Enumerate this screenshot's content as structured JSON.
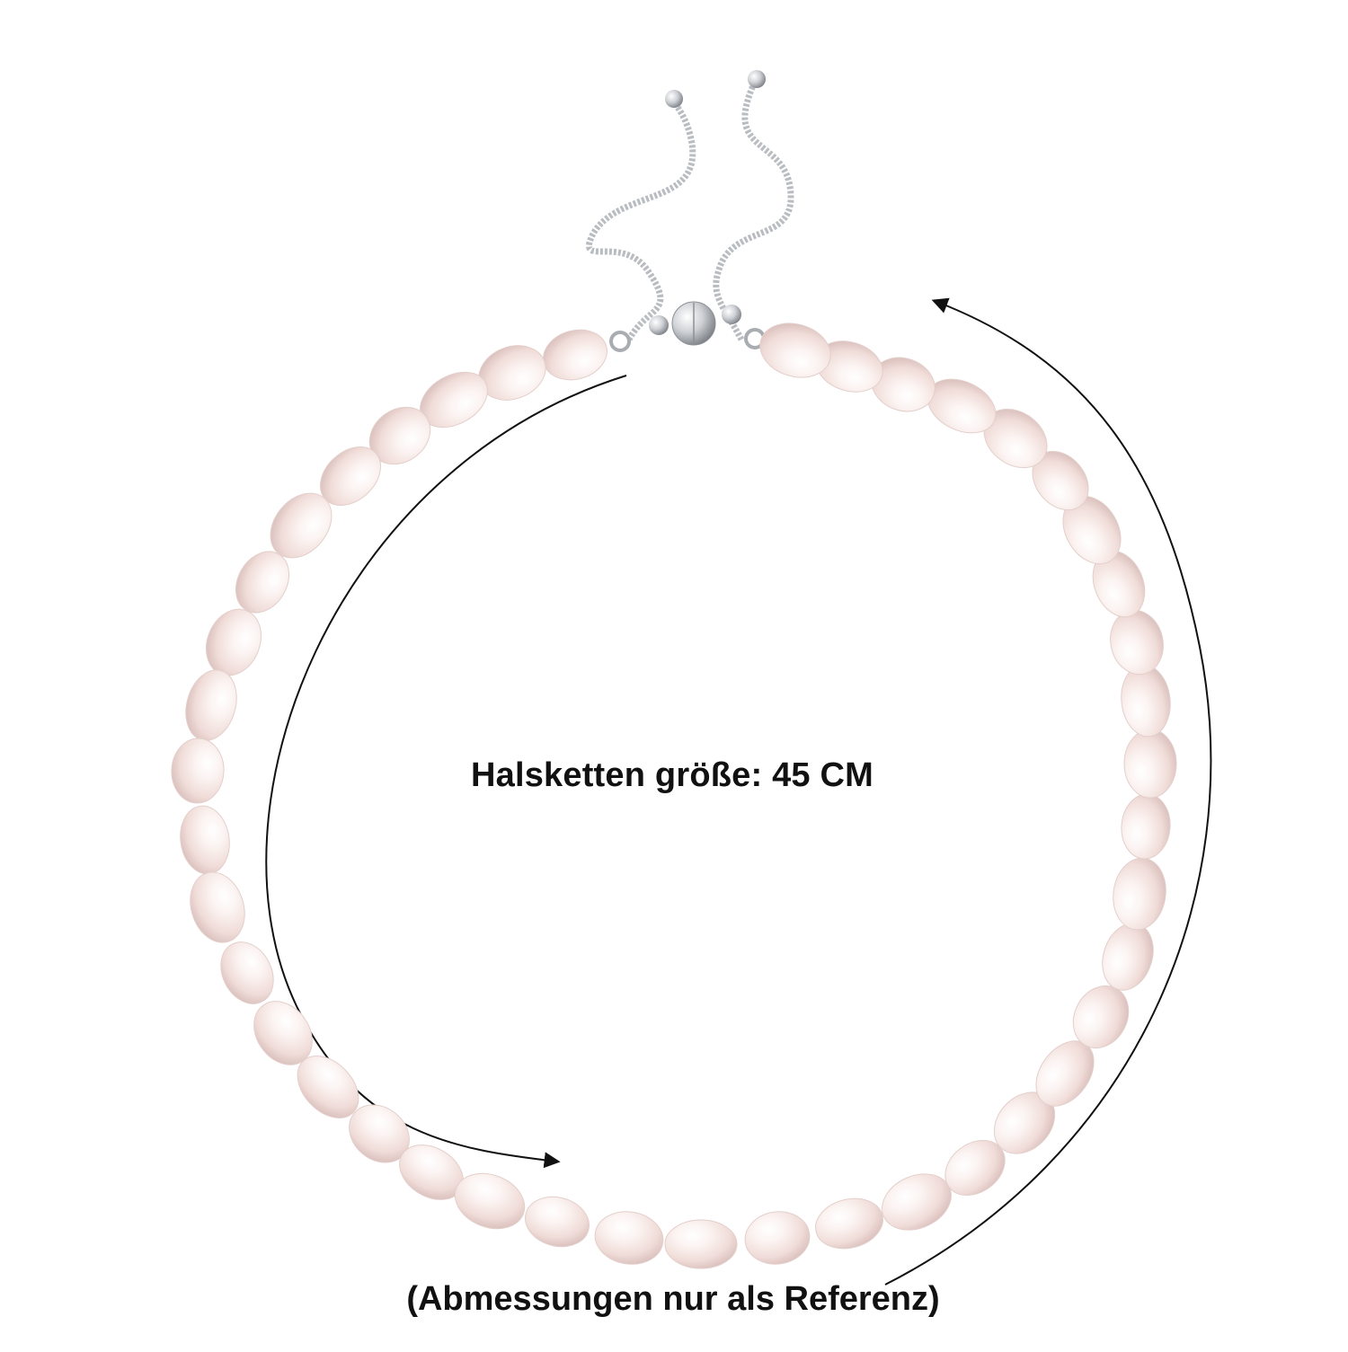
{
  "product_image": {
    "subject": "adjustable-pearl-necklace",
    "pearl_color": "#f3e4e1",
    "chain_color": "#b9bcc0",
    "arrow_color": "#111111"
  },
  "labels": {
    "size": "Halsketten größe: 45 CM",
    "note": "(Abmessungen nur als Referenz)"
  }
}
